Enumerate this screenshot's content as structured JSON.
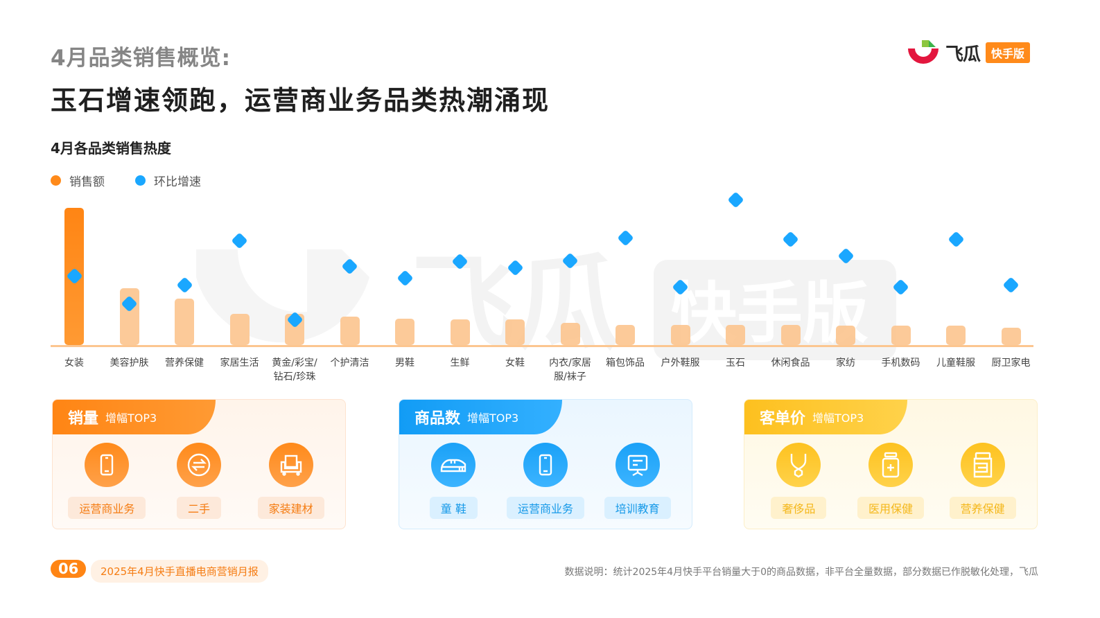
{
  "header": {
    "pre_title": "4月品类销售概览:",
    "headline": "玉石增速领跑，运营商业务品类热潮涌现"
  },
  "logo": {
    "name": "飞瓜",
    "badge": "快手版",
    "colors": {
      "red": "#e3163e",
      "green": "#8cc63f",
      "badge": "#ff8a1a"
    }
  },
  "chart": {
    "title": "4月各品类销售热度",
    "legend": [
      {
        "label": "销售额",
        "color": "#ff8a1a"
      },
      {
        "label": "环比增速",
        "color": "#1aa7ff"
      }
    ]
  },
  "chart_data": {
    "type": "bar",
    "title": "4月各品类销售热度",
    "xlabel": "",
    "ylabel": "",
    "grid": false,
    "legend_position": "top-left",
    "axis_values_shown": false,
    "categories": [
      "女装",
      "美容护肤",
      "营养保健",
      "家居生活",
      "黄金/彩宝/钻石/珍珠",
      "个护清洁",
      "男鞋",
      "生鲜",
      "女鞋",
      "内衣/家居服/袜子",
      "箱包饰品",
      "户外鞋服",
      "玉石",
      "休闲食品",
      "家纺",
      "手机数码",
      "儿童鞋服",
      "厨卫家电"
    ],
    "series": [
      {
        "name": "销售额",
        "type": "bar",
        "unit": "relative height (px)",
        "color": "#ff8a1a",
        "values": [
          198,
          82,
          67,
          45,
          45,
          41,
          38,
          37,
          37,
          32,
          29,
          29,
          29,
          29,
          28,
          28,
          28,
          25
        ]
      },
      {
        "name": "环比增速",
        "type": "scatter",
        "marker": "diamond",
        "unit": "relative height above baseline (px)",
        "color": "#1aa7ff",
        "values": [
          100,
          60,
          87,
          151,
          37,
          114,
          97,
          121,
          112,
          122,
          155,
          84,
          210,
          153,
          129,
          84,
          153,
          87
        ]
      }
    ]
  },
  "cards": [
    {
      "title": "销量",
      "subtitle": "增幅TOP3",
      "theme": "#ff8514",
      "items": [
        {
          "label": "运营商业务",
          "icon": "phone-icon"
        },
        {
          "label": "二手",
          "icon": "exchange-icon"
        },
        {
          "label": "家装建材",
          "icon": "sofa-icon"
        }
      ]
    },
    {
      "title": "商品数",
      "subtitle": "增幅TOP3",
      "theme": "#129cf5",
      "items": [
        {
          "label": "童 鞋",
          "icon": "shoe-icon"
        },
        {
          "label": "运营商业务",
          "icon": "phone-icon"
        },
        {
          "label": "培训教育",
          "icon": "presentation-board-icon"
        }
      ]
    },
    {
      "title": "客单价",
      "subtitle": "增幅TOP3",
      "theme": "#fdc01f",
      "items": [
        {
          "label": "奢侈品",
          "icon": "necklace-icon"
        },
        {
          "label": "医用保健",
          "icon": "medicine-bottle-icon"
        },
        {
          "label": "营养保健",
          "icon": "supplement-jar-icon"
        }
      ]
    }
  ],
  "footer": {
    "page_number": "06",
    "report_name": "2025年4月快手直播电商营销月报",
    "note": "数据说明：统计2025年4月快手平台销量大于0的商品数据，非平台全量数据，部分数据已作脱敏化处理，飞瓜"
  }
}
